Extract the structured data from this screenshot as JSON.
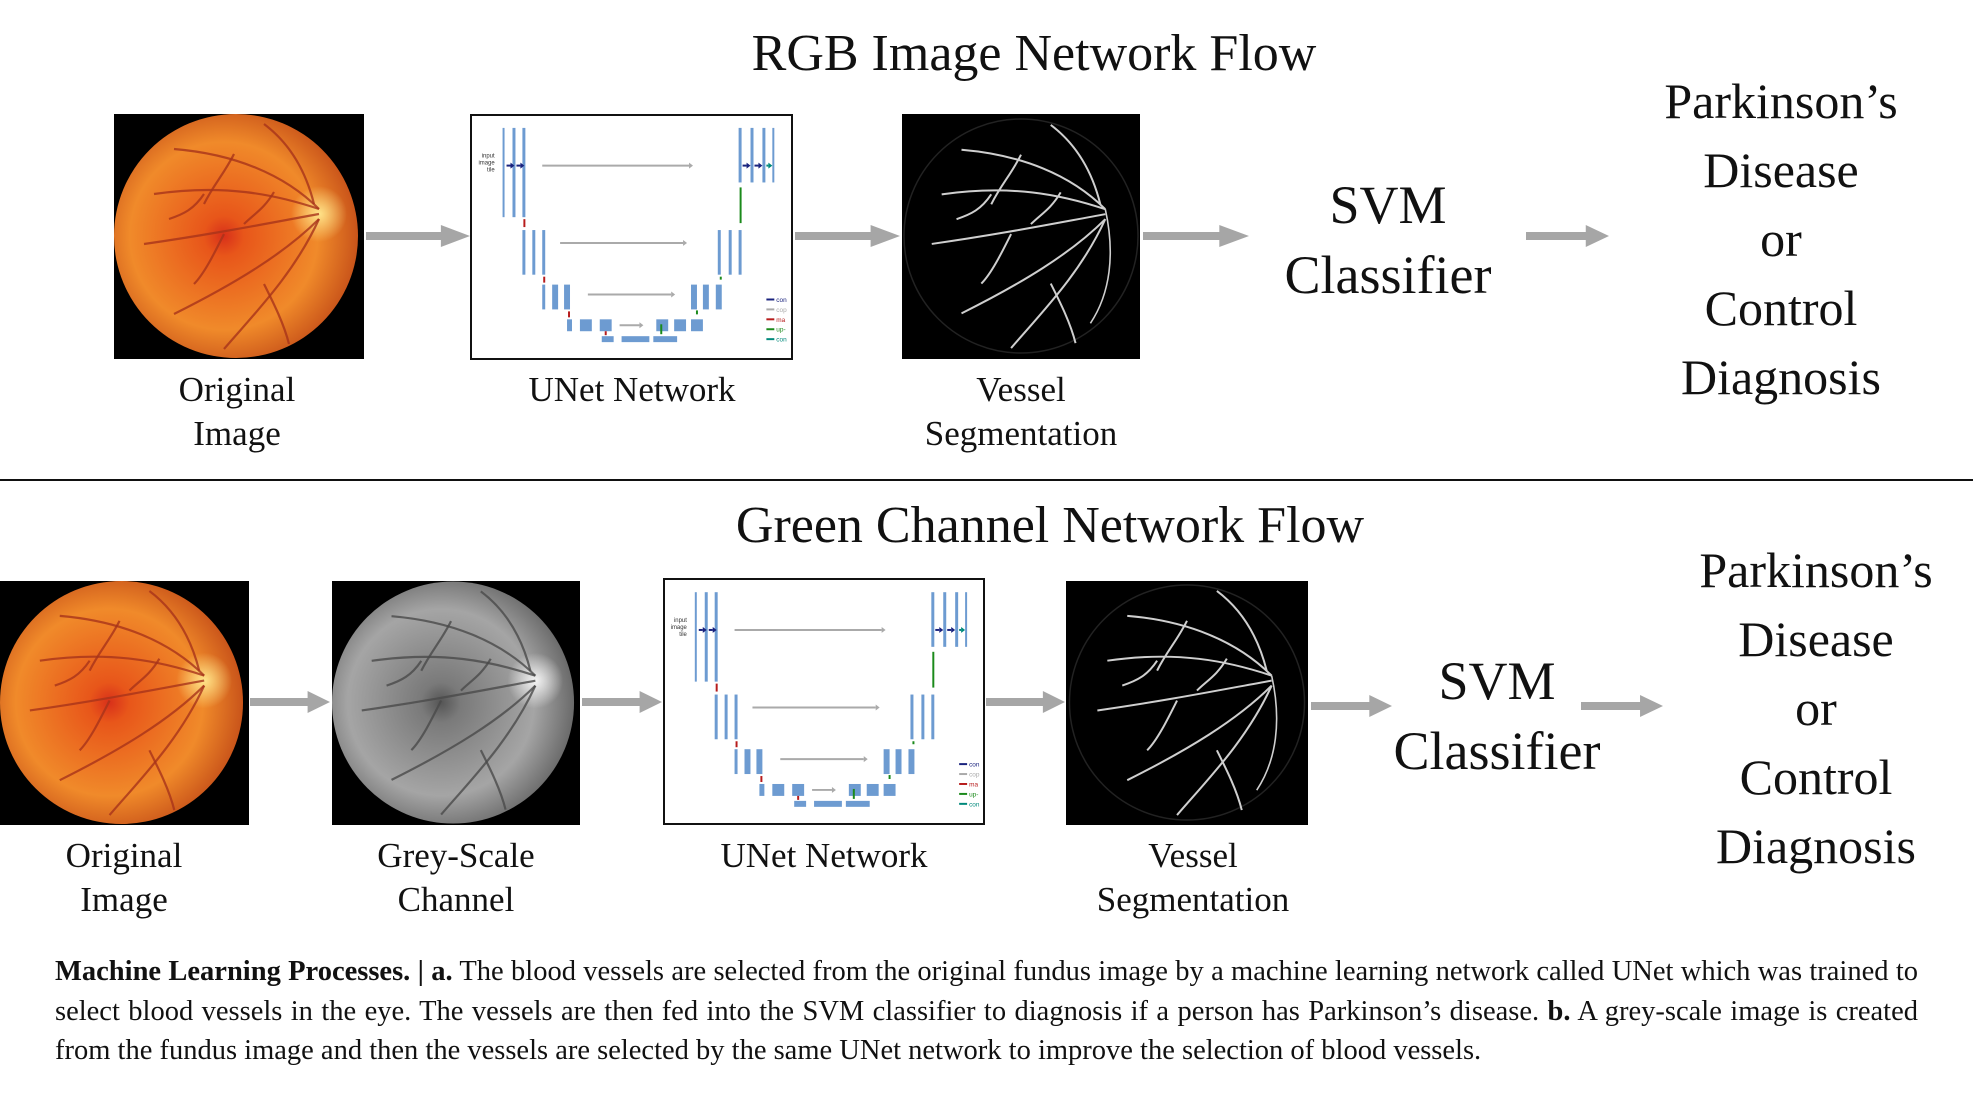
{
  "panel_a": {
    "title": "RGB Image Network Flow",
    "labels": {
      "original": [
        "Original",
        "Image"
      ],
      "unet": "UNet Network",
      "vessel": [
        "Vessel",
        "Segmentation"
      ]
    },
    "classifier": [
      "SVM",
      "Classifier"
    ],
    "diagnosis": [
      "Parkinson’s",
      "Disease",
      "or",
      "Control",
      "Diagnosis"
    ]
  },
  "panel_b": {
    "title": "Green Channel Network Flow",
    "labels": {
      "original": [
        "Original",
        "Image"
      ],
      "grey": [
        "Grey-Scale",
        "Channel"
      ],
      "unet": "UNet Network",
      "vessel": [
        "Vessel",
        "Segmentation"
      ]
    },
    "classifier": [
      "SVM",
      "Classifier"
    ],
    "diagnosis": [
      "Parkinson’s",
      "Disease",
      "or",
      "Control",
      "Diagnosis"
    ]
  },
  "unet_diagram": {
    "input_label": [
      "input",
      "image",
      "tile"
    ],
    "legend": [
      "con",
      "cop",
      "ma",
      "up-",
      "con"
    ]
  },
  "caption": {
    "heading": "Machine Learning Processes. | ",
    "a_marker": "a.",
    "a_text": " The blood vessels are selected from the original fundus image by a machine learning network called UNet which was trained to select blood vessels in the eye. The vessels are then fed into the SVM classifier to diagnosis if a person has Parkinson’s disease. ",
    "b_marker": "b.",
    "b_text": " A grey-scale image is created from the fundus image and then the vessels are selected by the same UNet network to improve the selection of blood vessels."
  },
  "colors": {
    "arrow": "#a6a6a6",
    "fundus": "#e8741c",
    "unet_block": "#6d9bd1"
  }
}
